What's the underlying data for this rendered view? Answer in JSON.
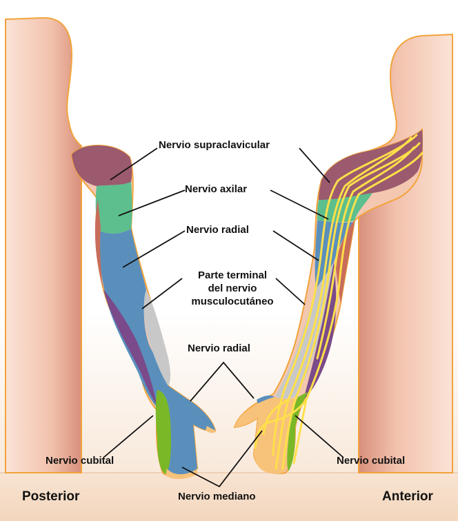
{
  "labels": {
    "supraclavicular": "Nervio supraclavicular",
    "axilar": "Nervio axilar",
    "radial_upper": "Nervio radial",
    "musculo_line1": "Parte terminal",
    "musculo_line2": "del nervio",
    "musculo_line3": "musculocutáneo",
    "radial_lower": "Nervio radial",
    "cubital_left": "Nervio cubital",
    "cubital_right": "Nervio cubital",
    "mediano": "Nervio mediano",
    "posterior": "Posterior",
    "anterior": "Anterior"
  },
  "colors": {
    "frame": "#2b2b2b",
    "background_top": "#ffffff",
    "background_bottom": "#f6e2cf",
    "skin": "#f3c7b0",
    "skin_shadow": "#d88f7a",
    "outline": "#f2a33a",
    "supraclavicular": "#9b5a6e",
    "axilar": "#5cbf8d",
    "radial": "#5a8fbc",
    "musculocutaneous": "#c8c8c8",
    "medial_cutaneous": "#7a4a8a",
    "cubital": "#7ab828",
    "mediano": "#f7c27a",
    "nerve_fiber": "#ffe04a",
    "posterior_brachial": "#c86d5a"
  }
}
